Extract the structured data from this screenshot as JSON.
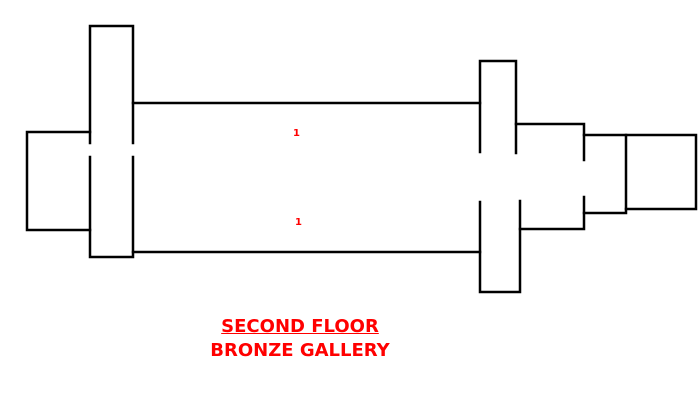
{
  "floorplan": {
    "rooms": [
      {
        "id": "left-annex",
        "label": ""
      },
      {
        "id": "left-pillar-hall",
        "label": ""
      },
      {
        "id": "main-gallery-north",
        "label": "1"
      },
      {
        "id": "main-gallery-south",
        "label": "1"
      },
      {
        "id": "right-pillar-hall",
        "label": ""
      },
      {
        "id": "east-room-a",
        "label": ""
      },
      {
        "id": "east-room-b",
        "label": ""
      },
      {
        "id": "east-room-c",
        "label": ""
      }
    ],
    "colors": {
      "wall": "#000000",
      "label": "#ff0000",
      "background": "#ffffff"
    }
  },
  "caption": {
    "line1": "SECOND FLOOR",
    "line2": "BRONZE GALLERY"
  }
}
